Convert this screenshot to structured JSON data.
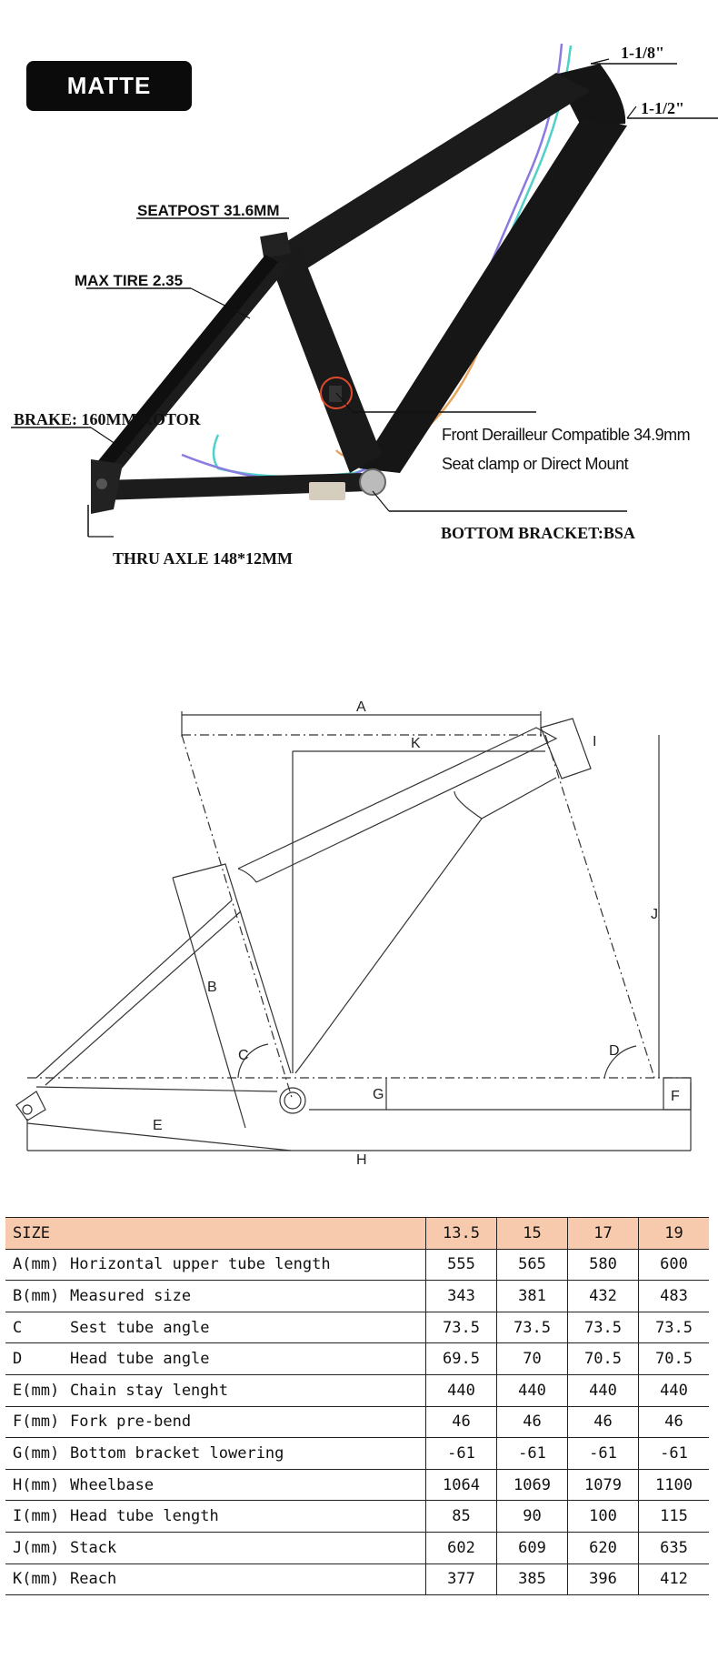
{
  "badge": {
    "label": "MATTE"
  },
  "callouts": {
    "head_top": "1-1/8\"",
    "head_bottom": "1-1/2\"",
    "seatpost": "SEATPOST  31.6MM",
    "max_tire": "MAX TIRE  2.35",
    "brake": "BRAKE: 160MM ROTOR",
    "derailleur_line1": "Front Derailleur Compatible 34.9mm",
    "derailleur_line2": "Seat clamp or Direct Mount",
    "bottom_bracket": "BOTTOM BRACKET:BSA",
    "thru_axle": "THRU AXLE 148*12MM"
  },
  "diagram_labels": {
    "A": "A",
    "K": "K",
    "I": "I",
    "J": "J",
    "B": "B",
    "C": "C",
    "D": "D",
    "G": "G",
    "E": "E",
    "F": "F",
    "H": "H"
  },
  "table": {
    "header": {
      "label": "SIZE",
      "sizes": [
        "13.5",
        "15",
        "17",
        "19"
      ]
    },
    "rows": [
      {
        "code": "A(mm)",
        "name": "Horizontal upper tube length",
        "values": [
          "555",
          "565",
          "580",
          "600"
        ]
      },
      {
        "code": "B(mm)",
        "name": "Measured size",
        "values": [
          "343",
          "381",
          "432",
          "483"
        ]
      },
      {
        "code": "C",
        "name": "Sest tube angle",
        "values": [
          "73.5",
          "73.5",
          "73.5",
          "73.5"
        ]
      },
      {
        "code": "D",
        "name": "Head tube angle",
        "values": [
          "69.5",
          "70",
          "70.5",
          "70.5"
        ]
      },
      {
        "code": "E(mm)",
        "name": "Chain stay lenght",
        "values": [
          "440",
          "440",
          "440",
          "440"
        ]
      },
      {
        "code": "F(mm)",
        "name": "Fork pre-bend",
        "values": [
          "46",
          "46",
          "46",
          "46"
        ]
      },
      {
        "code": "G(mm)",
        "name": "Bottom bracket lowering",
        "values": [
          "-61",
          "-61",
          "-61",
          "-61"
        ]
      },
      {
        "code": "H(mm)",
        "name": "Wheelbase",
        "values": [
          "1064",
          "1069",
          "1079",
          "1100"
        ]
      },
      {
        "code": "I(mm)",
        "name": "Head tube length",
        "values": [
          "85",
          "90",
          "100",
          "115"
        ]
      },
      {
        "code": "J(mm)",
        "name": "Stack",
        "values": [
          "602",
          "609",
          "620",
          "635"
        ]
      },
      {
        "code": "K(mm)",
        "name": "Reach",
        "values": [
          "377",
          "385",
          "396",
          "412"
        ]
      }
    ]
  }
}
